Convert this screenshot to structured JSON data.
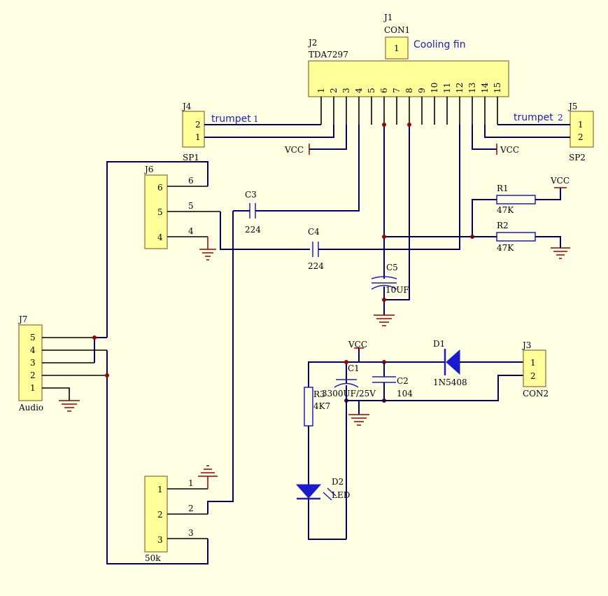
{
  "j1": {
    "ref": "J1",
    "value": "CON1",
    "pin": "1",
    "note": "Cooling fin"
  },
  "j2": {
    "ref": "J2",
    "value": "TDA7297",
    "pins": [
      "1",
      "2",
      "3",
      "4",
      "5",
      "6",
      "7",
      "8",
      "9",
      "10",
      "11",
      "12",
      "13",
      "14",
      "15"
    ]
  },
  "j3": {
    "ref": "J3",
    "value": "CON2",
    "pins": [
      "1",
      "2"
    ]
  },
  "j4": {
    "ref": "J4",
    "value": "SP1",
    "pins": [
      "2",
      "1"
    ],
    "label": "trumpet",
    "label_num": "1"
  },
  "j5": {
    "ref": "J5",
    "value": "SP2",
    "pins": [
      "1",
      "2"
    ],
    "label": "trumpet",
    "label_num": "2"
  },
  "j6": {
    "ref": "J6",
    "pins": [
      "6",
      "5",
      "4"
    ],
    "wire_nums": [
      "6",
      "5",
      "4"
    ]
  },
  "j7": {
    "ref": "J7",
    "value": "Audio",
    "pins": [
      "5",
      "4",
      "3",
      "2",
      "1"
    ]
  },
  "pot": {
    "value": "50k",
    "pins": [
      "1",
      "2",
      "3"
    ],
    "wire_nums": [
      "1",
      "2",
      "3"
    ]
  },
  "vcc": {
    "label": "VCC"
  },
  "c1": {
    "ref": "C1",
    "value": "3300UF/25V"
  },
  "c2": {
    "ref": "C2",
    "value": "104"
  },
  "c3": {
    "ref": "C3",
    "value": "224"
  },
  "c4": {
    "ref": "C4",
    "value": "224"
  },
  "c5": {
    "ref": "C5",
    "value": "10UF"
  },
  "r1": {
    "ref": "R1",
    "value": "47K"
  },
  "r2": {
    "ref": "R2",
    "value": "47K"
  },
  "r3": {
    "ref": "R3",
    "value": "4K7"
  },
  "d1": {
    "ref": "D1",
    "value": "1N5408"
  },
  "d2": {
    "ref": "D2",
    "value": "LED"
  }
}
